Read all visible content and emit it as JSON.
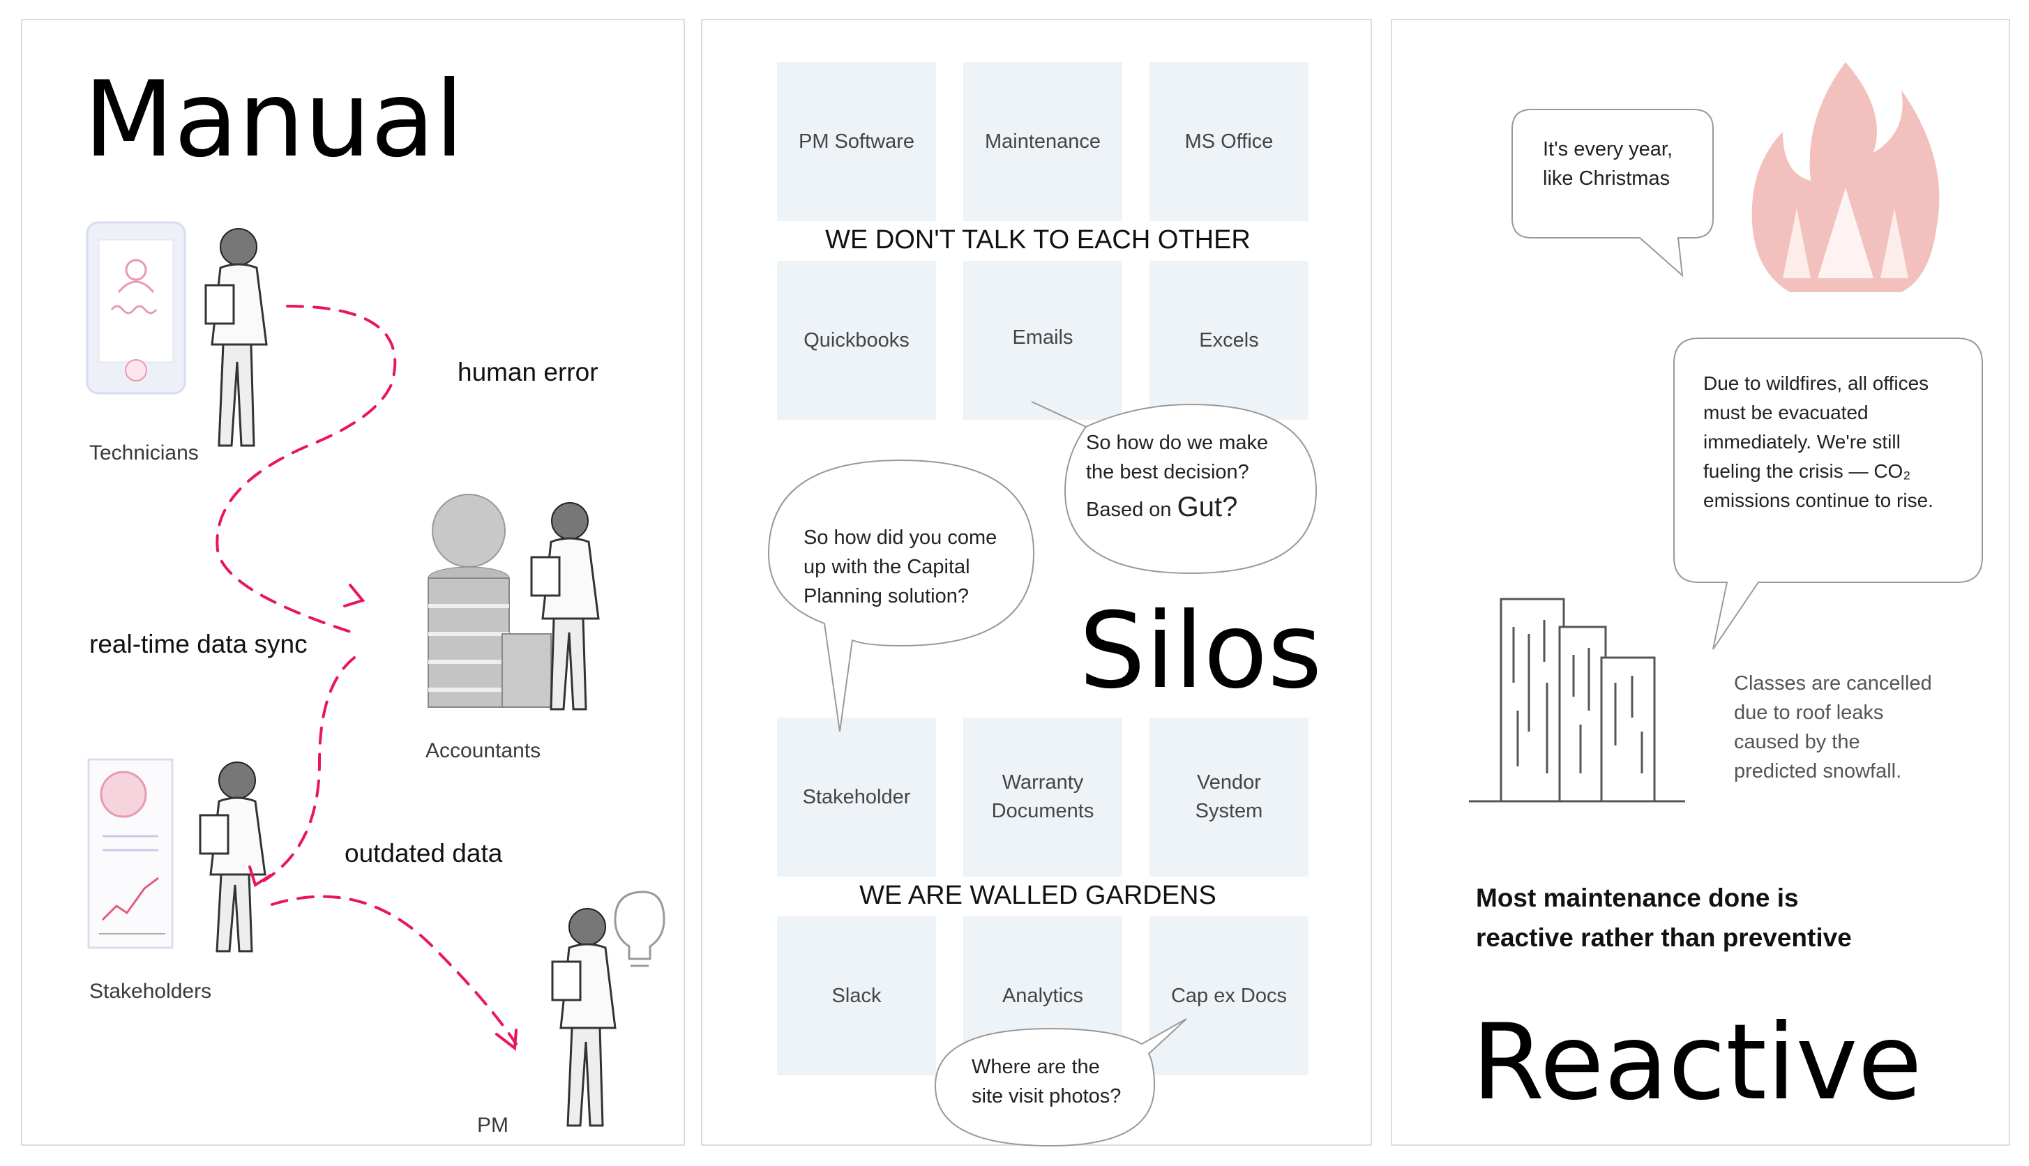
{
  "manual": {
    "title": "Manual",
    "labels": {
      "technicians": "Technicians",
      "accountants": "Accountants",
      "stakeholders": "Stakeholders",
      "pm": "PM"
    },
    "phrases": {
      "human_error": "human error",
      "realtime_sync": "real-time data sync",
      "outdated": "outdated data"
    },
    "accent_color": "#e8175d"
  },
  "silos": {
    "title": "Silos",
    "heading_1": "WE DON'T TALK TO EACH OTHER",
    "heading_2": "WE ARE WALLED GARDENS",
    "tiles_top": [
      "PM Software",
      "Maintenance",
      "MS Office",
      "Quickbooks",
      "Emails",
      "Excels"
    ],
    "tiles_bottom": [
      "Stakeholder",
      "Warranty\nDocuments",
      "Vendor\nSystem",
      "Slack",
      "Analytics",
      "Cap ex Docs"
    ],
    "bubble_decision_1": "So how do we make\nthe best decision?",
    "bubble_decision_2": "Based on",
    "bubble_decision_gut": "Gut?",
    "bubble_capital": "So how did you come\nup with the Capital\nPlanning solution?",
    "bubble_photos": "Where are the\nsite visit photos?",
    "tile_color": "#eef3f8"
  },
  "reactive": {
    "title": "Reactive",
    "bubble_christmas": "It's every year,\nlike Christmas",
    "bubble_wildfire": "Due to wildfires, all offices\nmust be evacuated\nimmediately. We're still\nfueling the crisis — CO₂\nemissions continue to rise.",
    "classes_note": "Classes are cancelled\ndue to roof leaks\ncaused by the\npredicted snowfall.",
    "statement": "Most maintenance done is\nreactive rather than preventive",
    "fire_color": "#f3c1bd"
  }
}
